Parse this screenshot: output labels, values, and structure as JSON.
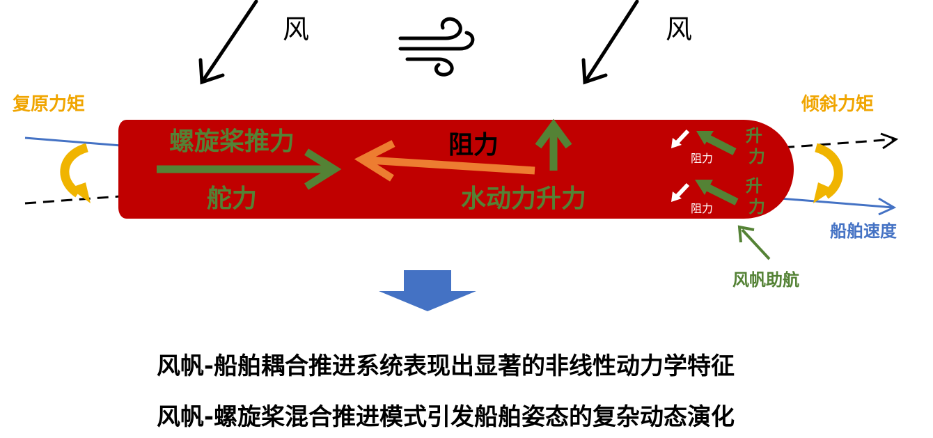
{
  "labels": {
    "wind_left": "风",
    "wind_right": "风",
    "restoring_moment": "复原力矩",
    "heeling_moment": "倾斜力矩",
    "propeller_thrust": "螺旋桨推力",
    "rudder_force": "舵力",
    "drag_center": "阻力",
    "hydro_lift": "水动力升力",
    "drag_small_top": "阻力",
    "drag_small_bottom": "阻力",
    "lift_vertical_top": "升力",
    "lift_vertical_bottom": "升力",
    "ship_speed": "船舶速度",
    "wind_sail_assist": "风帆助航"
  },
  "conclusions": [
    "风帆-船舶耦合推进系统表现出显著的非线性动力学特征",
    "风帆-螺旋桨混合推进模式引发船舶姿态的复杂动态演化"
  ],
  "colors": {
    "hull": "#c00000",
    "green": "#548235",
    "orange": "#ed7d31",
    "yellow": "#f0b400",
    "blue_line": "#4472c4",
    "blue_arrow": "#4472c4",
    "label_orange": "#f0a500",
    "label_blue": "#4472c4"
  },
  "icons": [
    "wind-gust-icon",
    "down-arrow-icon"
  ]
}
